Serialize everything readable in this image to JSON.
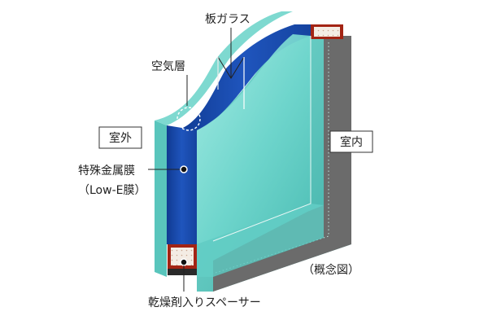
{
  "labels": {
    "plate_glass": "板ガラス",
    "air_layer": "空気層",
    "outdoor": "室外",
    "indoor": "室内",
    "special_metal_film": "特殊金属膜",
    "low_e_film": "（Low-E膜）",
    "spacer": "乾燥剤入りスペーサー",
    "concept_note": "（概念図）"
  },
  "colors": {
    "glass_face": "#5fd0c8",
    "glass_face_light": "#8fe3db",
    "air_layer_blue": "#1d4fb0",
    "air_layer_dark": "#123a8c",
    "frame_gray": "#6e6e6e",
    "frame_dark": "#3f3f3f",
    "spacer_red": "#a32414",
    "label_border": "#333333"
  }
}
